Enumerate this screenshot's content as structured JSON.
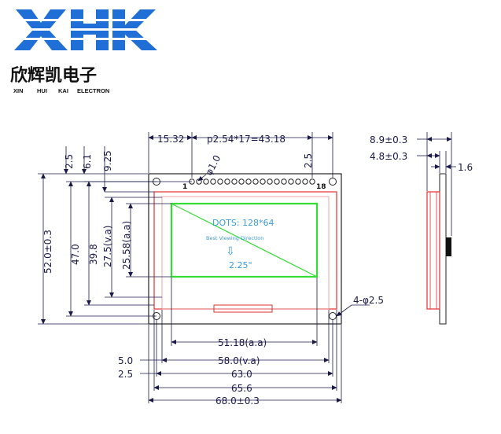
{
  "logo": {
    "mark": "XHK",
    "chinese": "欣辉凯电子",
    "english": [
      "XIN",
      "HUI",
      "KAI",
      "ELECTRON"
    ],
    "color": "#1f6fd6"
  },
  "colors": {
    "dimension": "#1a1a4a",
    "outline": "#222222",
    "bezel": "#e23030",
    "active_area": "#33dd33",
    "lcd_text": "#3a9bd8"
  },
  "display": {
    "dots": "DOTS: 128*64",
    "viewing": "Best Viewing Direction",
    "arrow": "⇩",
    "size": "2.25\""
  },
  "pins": {
    "first": "1",
    "last": "18",
    "count": 18
  },
  "dimensions": {
    "top_offset": "15.32",
    "pitch": "p2.54*17=43.18",
    "pin_dia": "φ1.0",
    "top_right": "2.5",
    "left_2_5": "2.5",
    "left_6_1": "6.1",
    "left_9_25": "9.25",
    "height_52": "52.0±0.3",
    "height_47": "47.0",
    "height_39_8": "39.8",
    "height_27_5": "27.5(v.a)",
    "height_25_58": "25.58(a.a)",
    "holes": "4-φ2.5",
    "w_51_18": "51.18(a.a)",
    "w_58": "58.0(v.a)",
    "w_63": "63.0",
    "w_65_6": "65.6",
    "w_68": "68.0±0.3",
    "left_5_0": "5.0",
    "left_2_5b": "2.5"
  },
  "side": {
    "t_8_9": "8.9±0.3",
    "t_4_8": "4.8±0.3",
    "t_1_6": "1.6"
  }
}
